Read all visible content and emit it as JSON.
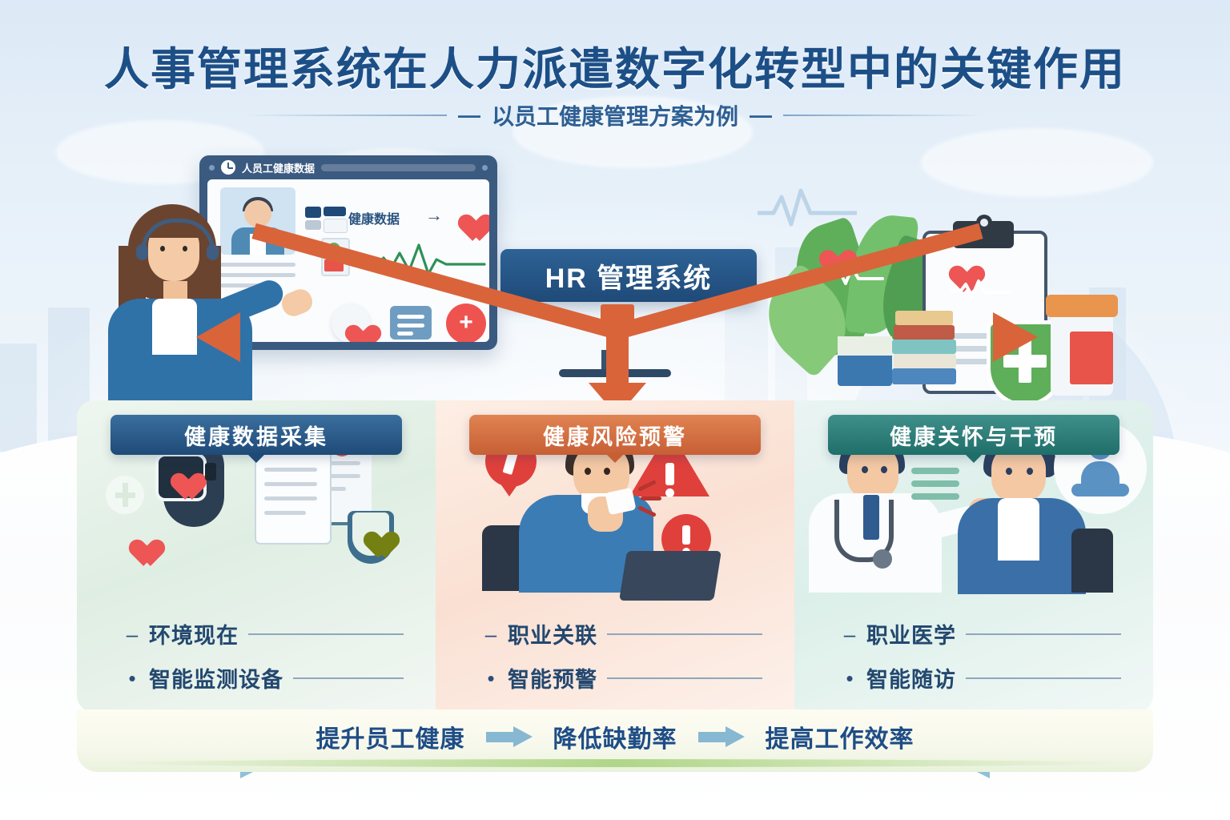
{
  "header": {
    "title": "人事管理系统在人力派遣数字化转型中的关键作用",
    "subtitle": "以员工健康管理方案为例",
    "dash_left": "—",
    "dash_right": "—"
  },
  "monitor": {
    "window_title": "人员工健康数据",
    "badge_label": "健康数据",
    "arrow_glyph": "→",
    "plus_glyph": "+"
  },
  "hr_box": {
    "label": "HR 管理系统"
  },
  "panels": [
    {
      "id": "panel-data-collection",
      "header": "健康数据采集",
      "accent": "#1f4a78",
      "bullets": [
        {
          "mark": "–",
          "text": "环境现在"
        },
        {
          "mark": "•",
          "text": "智能监测设备"
        }
      ]
    },
    {
      "id": "panel-risk-alert",
      "header": "健康风险预警",
      "accent": "#c75f35",
      "bullets": [
        {
          "mark": "–",
          "text": "职业关联"
        },
        {
          "mark": "•",
          "text": "智能预警"
        }
      ]
    },
    {
      "id": "panel-intervention",
      "header": "健康关怀与干预",
      "accent": "#1f6e6a",
      "bullets": [
        {
          "mark": "–",
          "text": "职业医学"
        },
        {
          "mark": "•",
          "text": "智能随访"
        }
      ]
    }
  ],
  "flow": {
    "steps": [
      "提升员工健康",
      "降低缺勤率",
      "提高工作效率"
    ],
    "arrow_glyph": "➜"
  },
  "colors": {
    "title_blue": "#1d4f87",
    "accent_orange": "#d9643a",
    "accent_teal": "#1f6e6a",
    "accent_blue": "#1f4a78",
    "flow_arrow": "#86b8d2",
    "heart_red": "#ee5555",
    "ecg_green": "#2e9156"
  }
}
